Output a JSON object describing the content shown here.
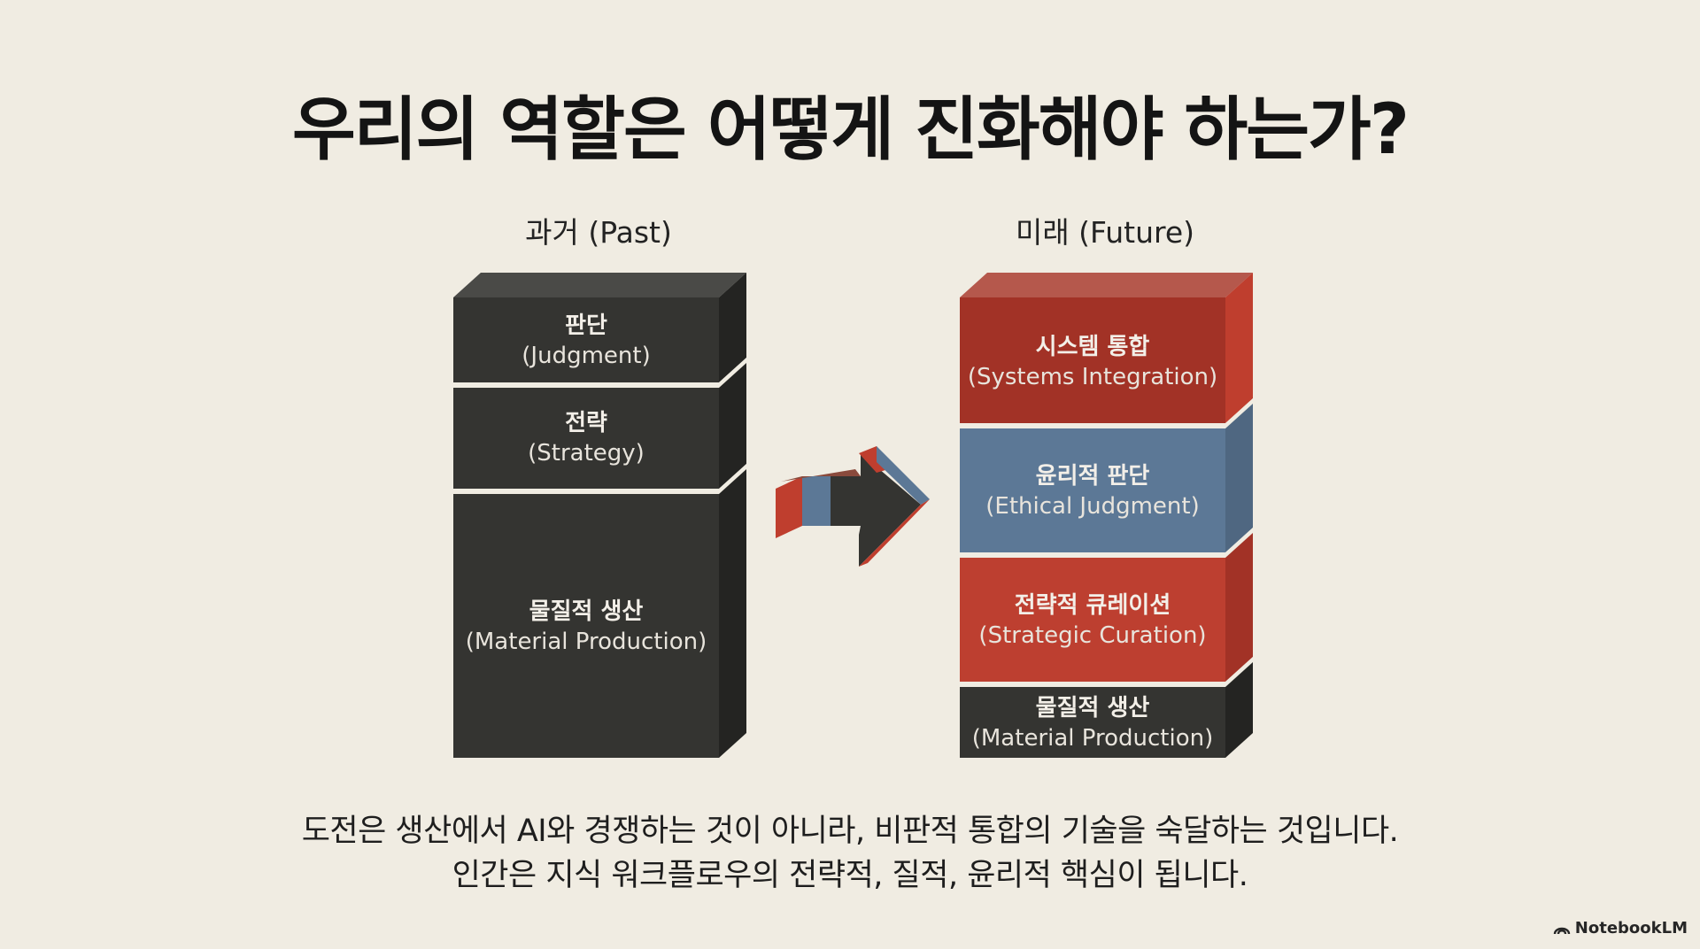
{
  "title": "우리의 역할은 어떻게 진화해야 하는가?",
  "past": {
    "label": "과거 (Past)",
    "blocks": [
      {
        "ko": "판단",
        "en": "(Judgment)"
      },
      {
        "ko": "전략",
        "en": "(Strategy)"
      },
      {
        "ko": "물질적 생산",
        "en": "(Material Production)"
      }
    ]
  },
  "future": {
    "label": "미래 (Future)",
    "blocks": [
      {
        "ko": "시스템 통합",
        "en": "(Systems Integration)"
      },
      {
        "ko": "윤리적 판단",
        "en": "(Ethical Judgment)"
      },
      {
        "ko": "전략적 큐레이션",
        "en": "(Strategic Curation)"
      },
      {
        "ko": "물질적 생산",
        "en": "(Material Production)"
      }
    ]
  },
  "caption": {
    "line1": "도전은 생산에서 AI와 경쟁하는 것이 아니라, 비판적 통합의 기술을 숙달하는 것입니다.",
    "line2": "인간은 지식 워크플로우의 전략적, 질적, 윤리적 핵심이 됩니다."
  },
  "brand": "NotebookLM",
  "colors": {
    "background": "#f0ece2",
    "dark_block": "#333330",
    "red_block": "#a63226",
    "bright_red_block": "#bf3e2e",
    "blue_block": "#5c7896"
  }
}
